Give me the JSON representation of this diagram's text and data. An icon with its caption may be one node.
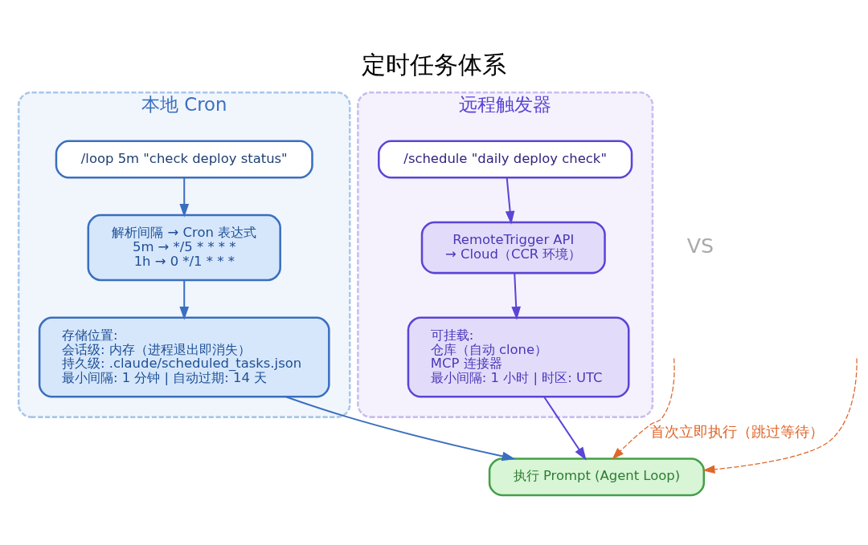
{
  "diagram": {
    "title": "定时任务体系",
    "nodes": [
      {
        "text": [
          "本地 Cron"
        ]
      },
      {
        "text": [
          "/loop 5m \"check deploy status\""
        ],
        "in": 0
      },
      {
        "text": [
          "解析间隔 → Cron 表达式",
          "5m → */5 * * * *",
          "1h → 0 */1 * * *"
        ],
        "in": 0
      },
      {
        "text": [
          "存储位置:",
          "会话级: 内存（进程退出即消失）",
          "持久级: .claude/scheduled_tasks.json",
          "最小间隔: 1 分钟 | 自动过期: 14 天"
        ],
        "in": 0
      },
      {
        "text": [
          "远程触发器"
        ]
      },
      {
        "text": [
          "/schedule \"daily deploy check\""
        ],
        "in": 4
      },
      {
        "text": [
          "RemoteTrigger API",
          "→ Cloud（CCR 环境）"
        ],
        "in": 4
      },
      {
        "text": [
          "可挂载:",
          "仓库（自动 clone）",
          "MCP 连接器",
          "最小间隔: 1 小时 | 时区: UTC"
        ],
        "in": 4
      },
      {
        "text": [
          "执行 Prompt (Agent Loop)"
        ]
      }
    ],
    "edges": [
      {
        "from": 1,
        "to": 2,
        "arrow": "to",
        "color": "#3a6fc0"
      },
      {
        "from": 2,
        "to": 3,
        "arrow": "to",
        "color": "#3a6fc0"
      },
      {
        "from": 3,
        "to": 8,
        "arrow": "to",
        "color": "#3a6fc0"
      },
      {
        "from": 5,
        "to": 6,
        "arrow": "to",
        "color": "#5b45d6"
      },
      {
        "from": 6,
        "to": 7,
        "arrow": "to",
        "color": "#5b45d6"
      },
      {
        "from": 7,
        "to": 8,
        "arrow": "to",
        "color": "#5b45d6"
      },
      {
        "from": null,
        "to": 8,
        "arrow": "to",
        "style": "dashed",
        "color": "#e0662a",
        "label": "首次立即执行（跳过等待）"
      },
      {
        "from": null,
        "to": 8,
        "arrow": "to",
        "style": "dashed",
        "color": "#e0662a"
      }
    ],
    "labels": [
      "VS"
    ]
  }
}
